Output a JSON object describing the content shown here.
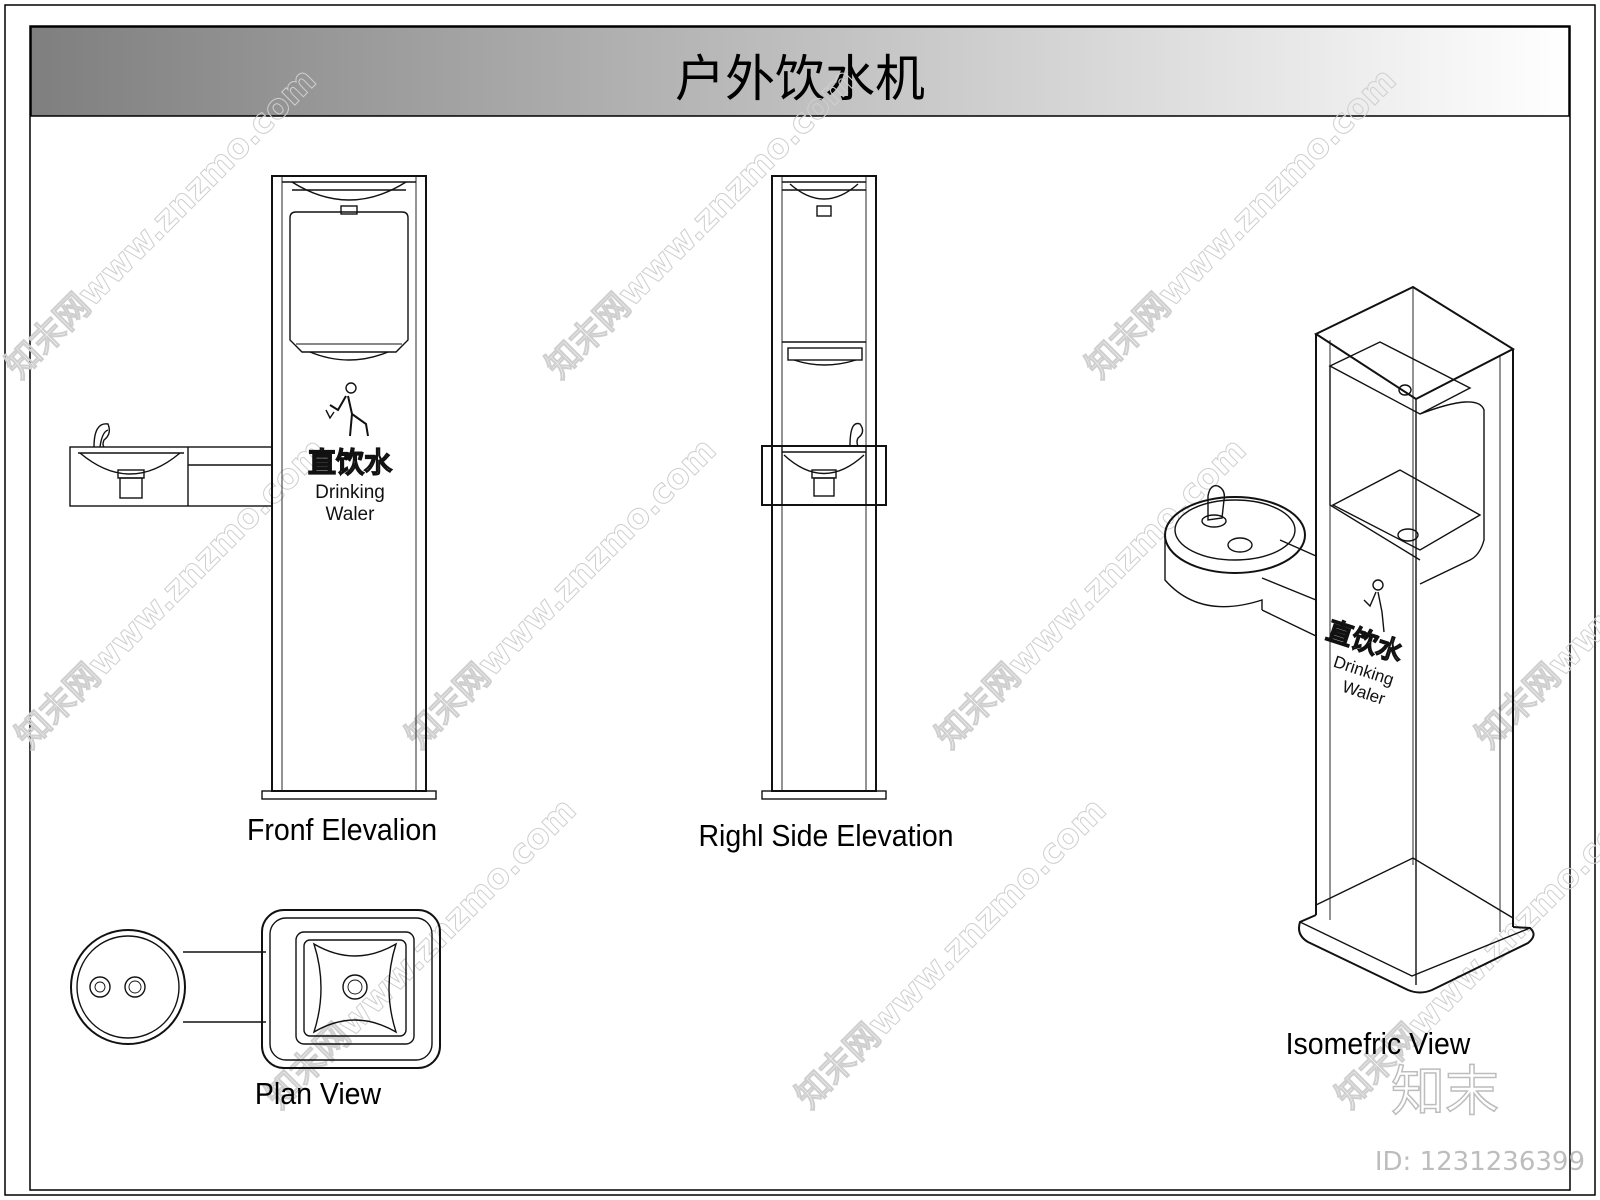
{
  "sheet": {
    "title": "户外饮水机",
    "title_bar_gradient": [
      "#7f7f7f",
      "#ffffff"
    ],
    "border_color": "#000000"
  },
  "views": {
    "front": {
      "caption": "Fronf Elevalion"
    },
    "right": {
      "caption": "Righl Side Elevation"
    },
    "plan": {
      "caption": "Plan View"
    },
    "iso": {
      "caption": "Isomefric View"
    }
  },
  "signage": {
    "cn": "直饮水",
    "en_line1": "Drinking",
    "en_line2": "Waler",
    "icon": "person-drinking-icon"
  },
  "watermark": {
    "text": "知末网www.znzmo.com",
    "brand": "知末",
    "id_label": "ID: 1231236399"
  }
}
